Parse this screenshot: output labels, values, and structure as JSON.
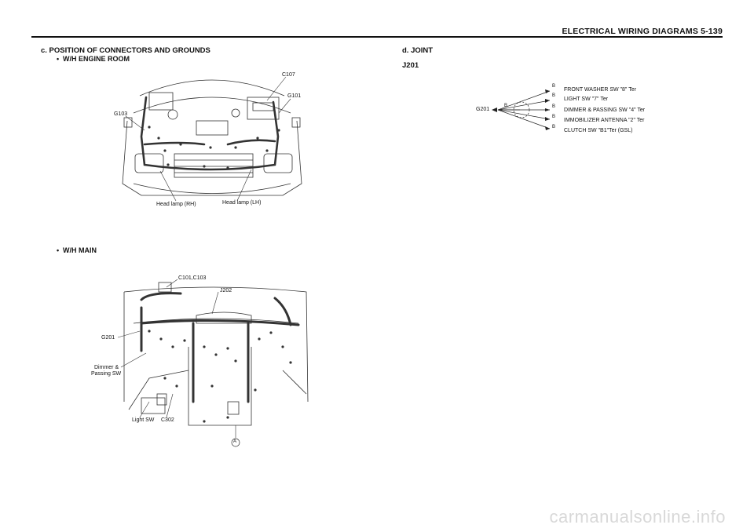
{
  "header": {
    "title": "ELECTRICAL WIRING DIAGRAMS  5-139"
  },
  "left": {
    "section_title": "c.  POSITION  OF  CONNECTORS  AND  GROUNDS",
    "sub1": "W/H  ENGINE  ROOM",
    "sub2": "W/H  MAIN",
    "engine_labels": {
      "c107": "C107",
      "g101": "G101",
      "g103": "G103",
      "head_rh": "Head lamp (RH)",
      "head_lh": "Head lamp (LH)"
    },
    "main_labels": {
      "c101": "C101,C103",
      "j202": "J202",
      "g201": "G201",
      "dimmer1": "Dimmer &",
      "dimmer2": "Passing SW",
      "light": "Light SW",
      "c302": "C302",
      "a": "A"
    }
  },
  "right": {
    "section_title": "d.  JOINT",
    "joint_id": "J201",
    "ground": "G201",
    "ground_wire": "B",
    "connections": [
      {
        "wire": "B",
        "label": "FRONT WASHER SW \"8\" Ter"
      },
      {
        "wire": "B",
        "label": "LIGHT SW \"7\" Ter"
      },
      {
        "wire": "B",
        "label": "DIMMER & PASSING SW \"4\" Ter"
      },
      {
        "wire": "B",
        "label": "IMMOBILIZER ANTENNA \"2\" Ter"
      },
      {
        "wire": "B",
        "label": "CLUTCH SW \"B1\"Ter (GSL)"
      }
    ]
  },
  "watermark": "carmanualsonline.info"
}
